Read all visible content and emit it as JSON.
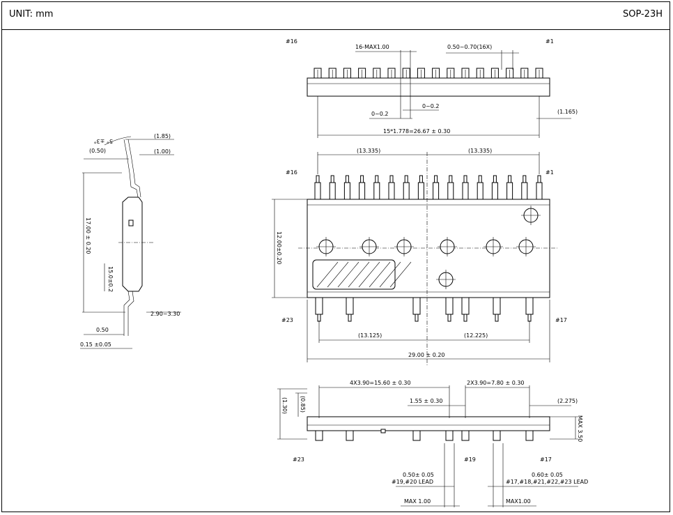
{
  "header": {
    "unit_label": "UNIT: mm",
    "package_name": "SOP-23H"
  },
  "side_view": {
    "angle": "5° ±3°",
    "d_185": "(1.85)",
    "d_050p": "(0.50)",
    "d_100": "(1.00)",
    "height": "17.00 ± 0.20",
    "inner": "15.0±0.2",
    "lead_span": "2.90~3.30",
    "d_050": "0.50",
    "thickness": "0.15 ±0.05"
  },
  "top_view": {
    "pin16": "#16",
    "pin1": "#1",
    "max16": "16-MAX1.00",
    "lead_width": "0.50~0.70(16X)",
    "r02a": "0~0.2",
    "r02b": "0~0.2",
    "d_1165": "(1.165)",
    "pitch": "15*1.778=26.67   ±  0.30"
  },
  "front_view": {
    "pin16": "#16",
    "pin1": "#1",
    "pin23": "#23",
    "pin17": "#17",
    "half_left": "(13.335)",
    "half_right": "(13.335)",
    "height": "12.00±0.20",
    "bot_left": "(13.125)",
    "bot_right": "(12.225)",
    "width": "29.00 ± 0.20"
  },
  "bottom_view": {
    "pitch4": "4X3.90=15.60  ±  0.30",
    "pitch2": "2X3.90=7.80  ±  0.30",
    "d_155": "1.55 ± 0.30",
    "d_2275": "(2.275)",
    "d_130": "(1.30)",
    "d_085": "(0.85)",
    "max350": "MAX 3.50",
    "pin23": "#23",
    "pin19": "#19",
    "pin17": "#17",
    "lead1920_w": "0.50± 0.05",
    "lead1920": "#19,#20 LEAD",
    "lead_others_w": "0.60± 0.05",
    "lead_others": "#17,#18,#21,#22,#23 LEAD",
    "max1a": "MAX 1.00",
    "max1b": "MAX1.00"
  }
}
